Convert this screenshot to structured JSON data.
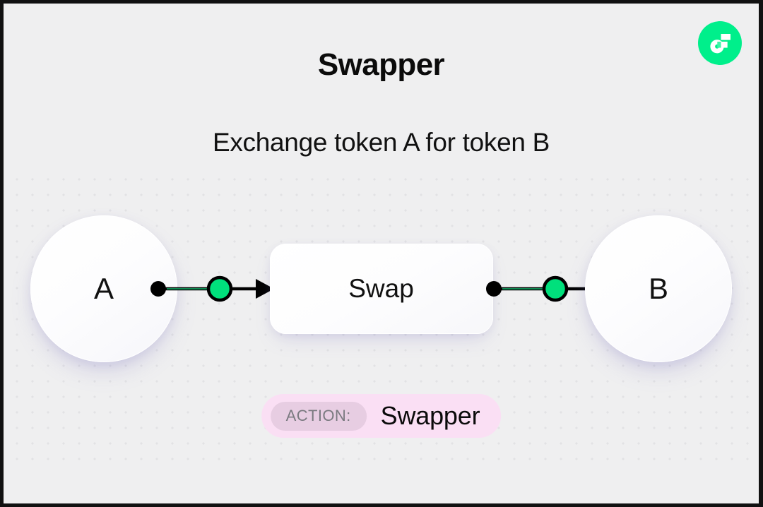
{
  "brand": {
    "logo_icon": "flow-logo-icon",
    "logo_bg_color": "#00ef8b",
    "logo_mark_color": "#ffffff",
    "logo_accent_color": "#3bf5a6"
  },
  "header": {
    "title": "Swapper",
    "subtitle": "Exchange token A for token B"
  },
  "diagram": {
    "source_node": {
      "label": "A"
    },
    "process_node": {
      "label": "Swap"
    },
    "target_node": {
      "label": "B"
    },
    "connectors": [
      {
        "from": "A",
        "to": "Swap",
        "dot_color": "#000000",
        "marker_color": "#00e07c",
        "line_color": "#000000",
        "arrow_color": "#000000"
      },
      {
        "from": "Swap",
        "to": "B",
        "dot_color": "#000000",
        "marker_color": "#00e07c",
        "line_color": "#000000",
        "arrow_color": "#000000"
      }
    ]
  },
  "action_badge": {
    "label": "ACTION:",
    "value": "Swapper",
    "pill_color": "#fadff4",
    "chip_color": "#e7cde2",
    "chip_text_color": "#7a7a80"
  },
  "canvas": {
    "background_color": "#efeff0",
    "grid_dot_color": "#e2e2e4",
    "frame_color": "#111111"
  }
}
